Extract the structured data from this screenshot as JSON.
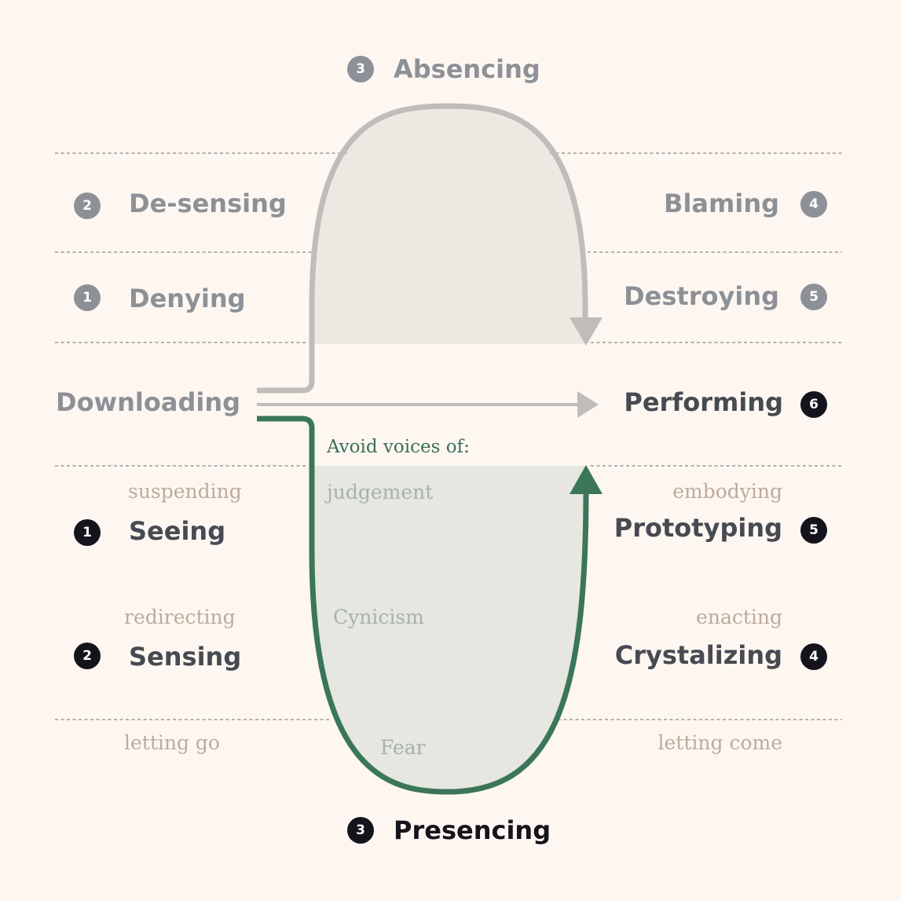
{
  "top": {
    "num": "3",
    "label": "Absencing"
  },
  "left_upper": [
    {
      "num": "2",
      "label": "De-sensing"
    },
    {
      "num": "1",
      "label": "Denying"
    }
  ],
  "right_upper": [
    {
      "num": "4",
      "label": "Blaming"
    },
    {
      "num": "5",
      "label": "Destroying"
    }
  ],
  "start": {
    "label": "Downloading"
  },
  "end": {
    "num": "6",
    "label": "Performing"
  },
  "avoid": {
    "title": "Avoid voices of:",
    "voices": [
      "judgement",
      "Cynicism",
      "Fear"
    ]
  },
  "left_lower": [
    {
      "sub": "suspending",
      "num": "1",
      "label": "Seeing"
    },
    {
      "sub": "redirecting",
      "num": "2",
      "label": "Sensing"
    }
  ],
  "right_lower": [
    {
      "sub": "embodying",
      "num": "5",
      "label": "Prototyping"
    },
    {
      "sub": "enacting",
      "num": "4",
      "label": "Crystalizing"
    }
  ],
  "bottom_left_sub": "letting go",
  "bottom_right_sub": "letting come",
  "bottom": {
    "num": "3",
    "label": "Presencing"
  },
  "colors": {
    "background": "#fef7f1",
    "green": "#3b7659",
    "gray_path": "#bfbcb9",
    "upper_fill": "#eee8e2",
    "lower_fill": "#e5e7e0",
    "badge_dark": "#15141c",
    "badge_gray": "#8d9197"
  }
}
